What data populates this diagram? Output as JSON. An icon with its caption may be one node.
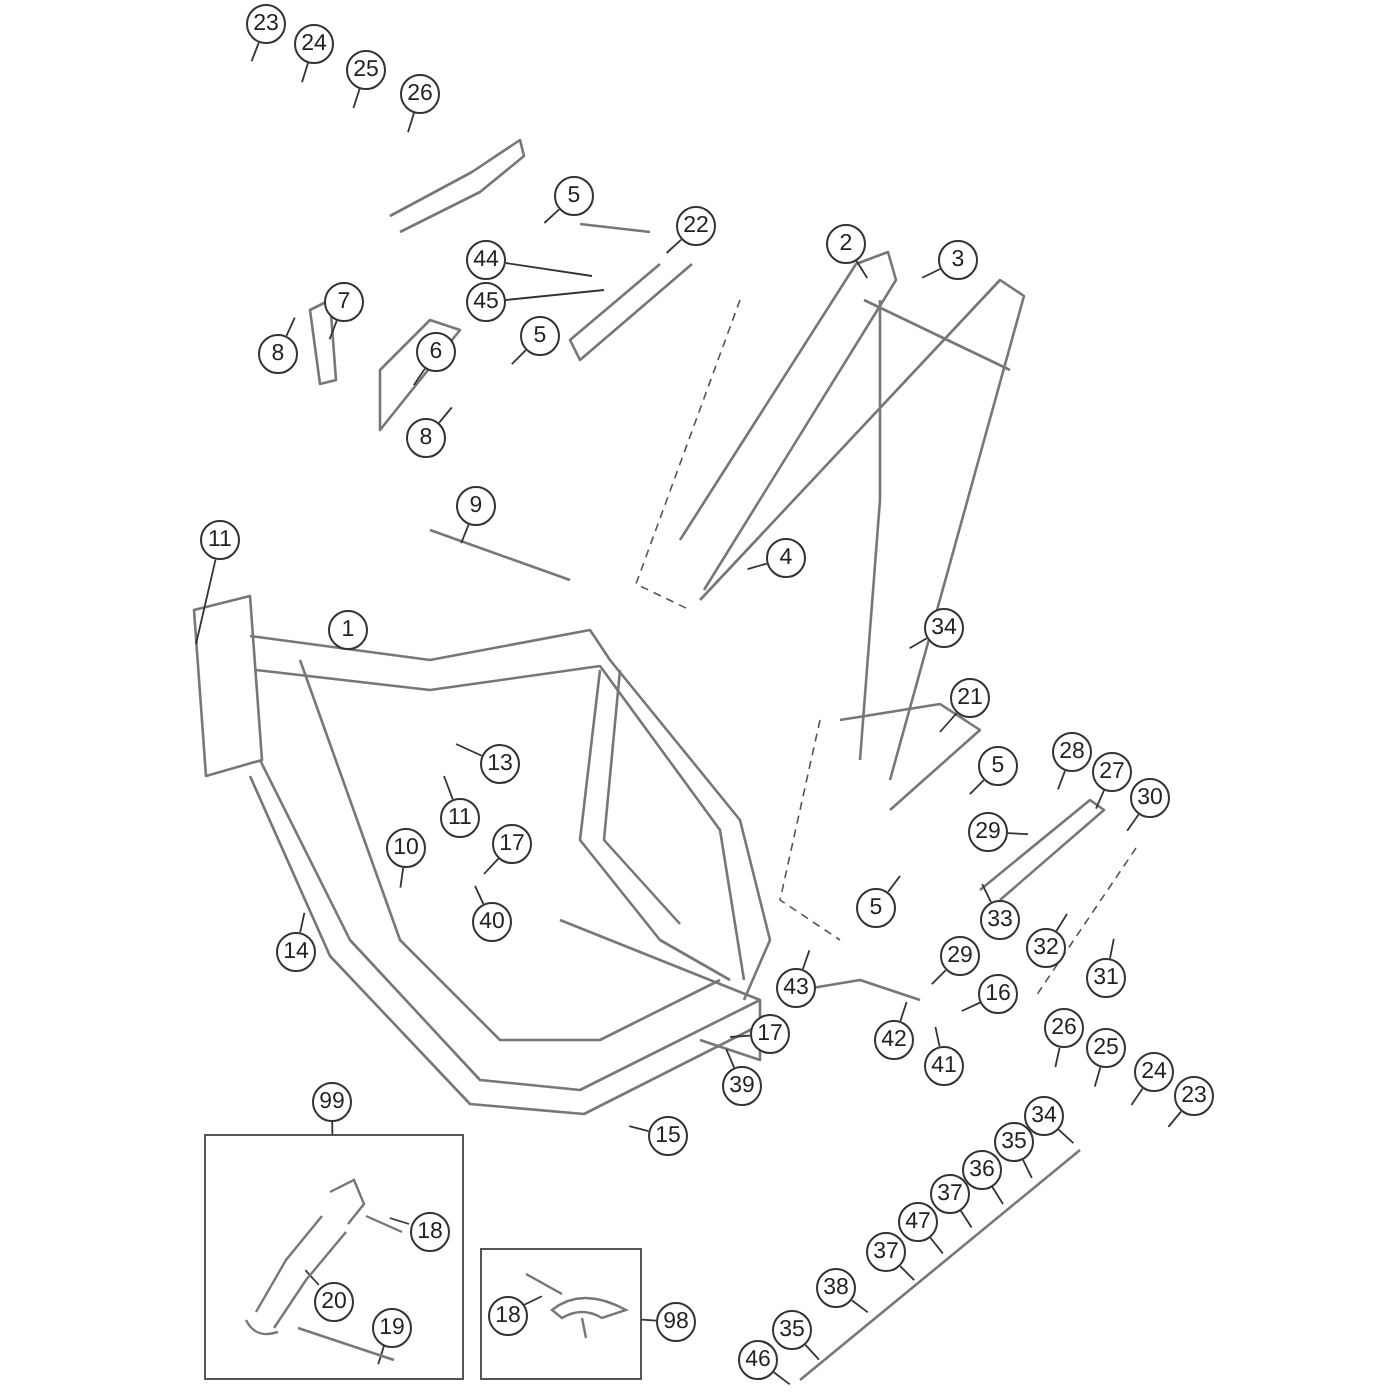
{
  "diagram": {
    "nodes": [
      {
        "text": [
          "23"
        ]
      },
      {
        "text": [
          "24"
        ]
      },
      {
        "text": [
          "25"
        ]
      },
      {
        "text": [
          "26"
        ]
      },
      {
        "text": [
          "5"
        ]
      },
      {
        "text": [
          "22"
        ]
      },
      {
        "text": [
          "2"
        ]
      },
      {
        "text": [
          "3"
        ]
      },
      {
        "text": [
          "44"
        ]
      },
      {
        "text": [
          "45"
        ]
      },
      {
        "text": [
          "7"
        ]
      },
      {
        "text": [
          "5"
        ]
      },
      {
        "text": [
          "6"
        ]
      },
      {
        "text": [
          "8"
        ]
      },
      {
        "text": [
          "8"
        ]
      },
      {
        "text": [
          "9"
        ]
      },
      {
        "text": [
          "4"
        ]
      },
      {
        "text": [
          "11"
        ]
      },
      {
        "text": [
          "1"
        ]
      },
      {
        "text": [
          "34"
        ]
      },
      {
        "text": [
          "21"
        ]
      },
      {
        "text": [
          "13"
        ]
      },
      {
        "text": [
          "5"
        ]
      },
      {
        "text": [
          "28"
        ]
      },
      {
        "text": [
          "27"
        ]
      },
      {
        "text": [
          "30"
        ]
      },
      {
        "text": [
          "29"
        ]
      },
      {
        "text": [
          "11"
        ]
      },
      {
        "text": [
          "10"
        ]
      },
      {
        "text": [
          "17"
        ]
      },
      {
        "text": [
          "40"
        ]
      },
      {
        "text": [
          "5"
        ]
      },
      {
        "text": [
          "33"
        ]
      },
      {
        "text": [
          "29"
        ]
      },
      {
        "text": [
          "32"
        ]
      },
      {
        "text": [
          "14"
        ]
      },
      {
        "text": [
          "43"
        ]
      },
      {
        "text": [
          "16"
        ]
      },
      {
        "text": [
          "31"
        ]
      },
      {
        "text": [
          "42"
        ]
      },
      {
        "text": [
          "41"
        ]
      },
      {
        "text": [
          "17"
        ]
      },
      {
        "text": [
          "26"
        ]
      },
      {
        "text": [
          "25"
        ]
      },
      {
        "text": [
          "24"
        ]
      },
      {
        "text": [
          "23"
        ]
      },
      {
        "text": [
          "39"
        ]
      },
      {
        "text": [
          "15"
        ]
      },
      {
        "text": [
          "34"
        ]
      },
      {
        "text": [
          "35"
        ]
      },
      {
        "text": [
          "36"
        ]
      },
      {
        "text": [
          "37"
        ]
      },
      {
        "text": [
          "99"
        ]
      },
      {
        "text": [],
        "shape": "box"
      },
      {
        "text": [
          "18"
        ],
        "in": 53
      },
      {
        "text": [
          "47"
        ]
      },
      {
        "text": [
          "37"
        ]
      },
      {
        "text": [
          "20"
        ],
        "in": 53
      },
      {
        "text": [
          "19"
        ],
        "in": 53
      },
      {
        "text": [
          "38"
        ]
      },
      {
        "text": [],
        "shape": "box"
      },
      {
        "text": [
          "18"
        ],
        "in": 60
      },
      {
        "text": [
          "98"
        ]
      },
      {
        "text": [
          "35"
        ]
      },
      {
        "text": [
          "46"
        ]
      }
    ],
    "edges": [
      {
        "from": 0,
        "to": null,
        "arrow": "none"
      },
      {
        "from": 1,
        "to": null,
        "arrow": "none"
      },
      {
        "from": 2,
        "to": null,
        "arrow": "none"
      },
      {
        "from": 3,
        "to": null,
        "arrow": "none"
      },
      {
        "from": 4,
        "to": null,
        "arrow": "none"
      },
      {
        "from": 5,
        "to": null,
        "arrow": "none"
      },
      {
        "from": 6,
        "to": null,
        "arrow": "none"
      },
      {
        "from": 7,
        "to": null,
        "arrow": "none"
      },
      {
        "from": 8,
        "to": null,
        "arrow": "none"
      },
      {
        "from": 9,
        "to": null,
        "arrow": "none"
      },
      {
        "from": 10,
        "to": null,
        "arrow": "none"
      },
      {
        "from": 11,
        "to": null,
        "arrow": "none"
      },
      {
        "from": 12,
        "to": null,
        "arrow": "none"
      },
      {
        "from": 13,
        "to": null,
        "arrow": "none"
      },
      {
        "from": 14,
        "to": null,
        "arrow": "none"
      },
      {
        "from": 15,
        "to": null,
        "arrow": "none"
      },
      {
        "from": 16,
        "to": null,
        "arrow": "none"
      },
      {
        "from": 17,
        "to": null,
        "arrow": "none"
      },
      {
        "from": 19,
        "to": null,
        "arrow": "none"
      },
      {
        "from": 20,
        "to": null,
        "arrow": "none"
      },
      {
        "from": 21,
        "to": null,
        "arrow": "none"
      },
      {
        "from": 22,
        "to": null,
        "arrow": "none"
      },
      {
        "from": 23,
        "to": null,
        "arrow": "none"
      },
      {
        "from": 24,
        "to": null,
        "arrow": "none"
      },
      {
        "from": 25,
        "to": null,
        "arrow": "none"
      },
      {
        "from": 26,
        "to": null,
        "arrow": "none"
      },
      {
        "from": 27,
        "to": null,
        "arrow": "none"
      },
      {
        "from": 28,
        "to": null,
        "arrow": "none"
      },
      {
        "from": 29,
        "to": null,
        "arrow": "none"
      },
      {
        "from": 30,
        "to": null,
        "arrow": "none"
      },
      {
        "from": 31,
        "to": null,
        "arrow": "none"
      },
      {
        "from": 32,
        "to": null,
        "arrow": "none"
      },
      {
        "from": 33,
        "to": null,
        "arrow": "none"
      },
      {
        "from": 34,
        "to": null,
        "arrow": "none"
      },
      {
        "from": 35,
        "to": null,
        "arrow": "none"
      },
      {
        "from": 36,
        "to": null,
        "arrow": "none"
      },
      {
        "from": 37,
        "to": null,
        "arrow": "none"
      },
      {
        "from": 38,
        "to": null,
        "arrow": "none"
      },
      {
        "from": 39,
        "to": null,
        "arrow": "none"
      },
      {
        "from": 40,
        "to": null,
        "arrow": "none"
      },
      {
        "from": 41,
        "to": null,
        "arrow": "none"
      },
      {
        "from": 42,
        "to": null,
        "arrow": "none"
      },
      {
        "from": 43,
        "to": null,
        "arrow": "none"
      },
      {
        "from": 44,
        "to": null,
        "arrow": "none"
      },
      {
        "from": 45,
        "to": null,
        "arrow": "none"
      },
      {
        "from": 46,
        "to": null,
        "arrow": "none"
      },
      {
        "from": 47,
        "to": null,
        "arrow": "none"
      },
      {
        "from": 48,
        "to": null,
        "arrow": "none"
      },
      {
        "from": 49,
        "to": null,
        "arrow": "none"
      },
      {
        "from": 50,
        "to": null,
        "arrow": "none"
      },
      {
        "from": 51,
        "to": null,
        "arrow": "none"
      },
      {
        "from": 52,
        "to": 53,
        "arrow": "none"
      },
      {
        "from": 54,
        "to": null,
        "arrow": "none"
      },
      {
        "from": 55,
        "to": null,
        "arrow": "none"
      },
      {
        "from": 56,
        "to": null,
        "arrow": "none"
      },
      {
        "from": 57,
        "to": null,
        "arrow": "none"
      },
      {
        "from": 58,
        "to": null,
        "arrow": "none"
      },
      {
        "from": 59,
        "to": null,
        "arrow": "none"
      },
      {
        "from": 61,
        "to": null,
        "arrow": "none"
      },
      {
        "from": 62,
        "to": 60,
        "arrow": "none"
      },
      {
        "from": 63,
        "to": null,
        "arrow": "none"
      },
      {
        "from": 64,
        "to": null,
        "arrow": "none"
      }
    ]
  }
}
